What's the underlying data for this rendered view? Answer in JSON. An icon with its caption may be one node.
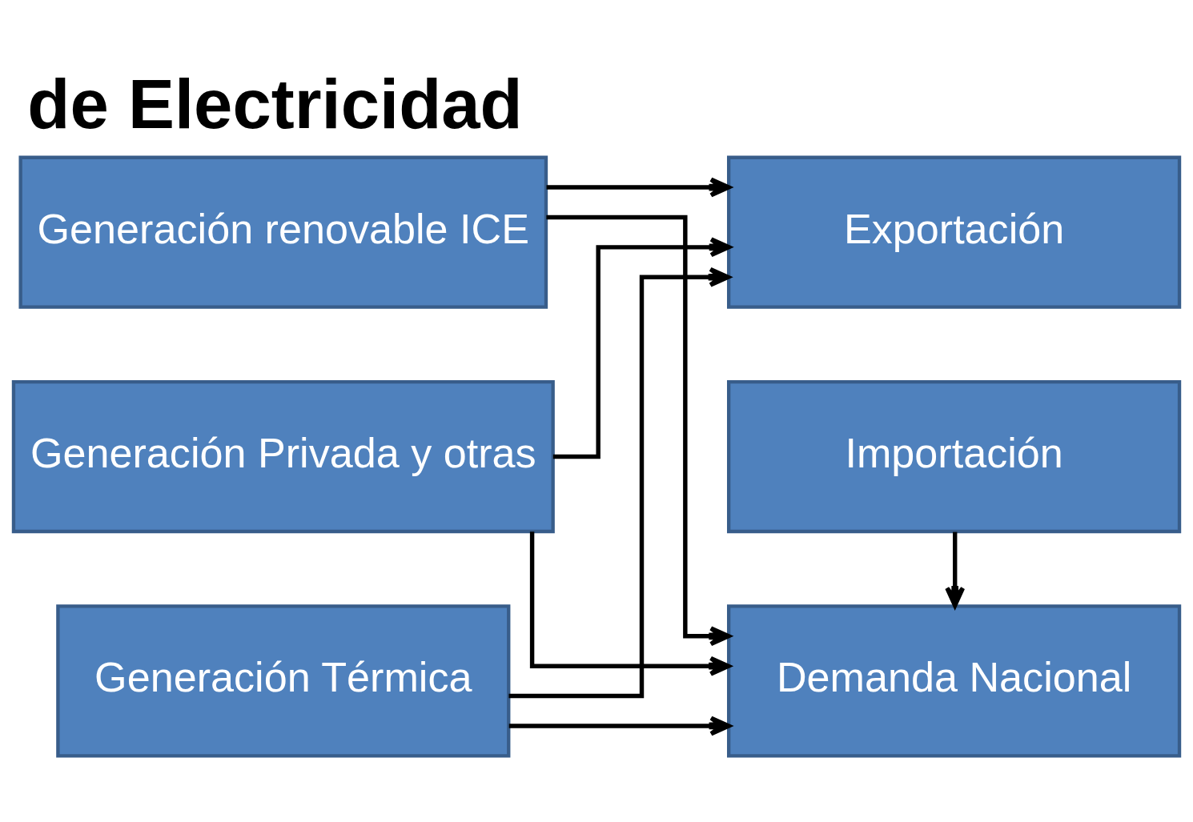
{
  "diagram": {
    "title": "de Electricidad",
    "nodes": [
      {
        "text": [
          "Generación renovable ICE"
        ]
      },
      {
        "text": [
          "Generación Privada y otras"
        ]
      },
      {
        "text": [
          "Generación Térmica"
        ]
      },
      {
        "text": [
          "Importación"
        ]
      },
      {
        "text": [
          "Demanda Nacional"
        ]
      },
      {
        "text": [
          "Exportación"
        ]
      }
    ],
    "edges": [
      {
        "from": 3,
        "to": 4,
        "arrow": "to"
      },
      {
        "from": 0,
        "to": 4,
        "arrow": "to"
      },
      {
        "from": 1,
        "to": 4,
        "arrow": "to"
      },
      {
        "from": 2,
        "to": 4,
        "arrow": "to"
      },
      {
        "from": 0,
        "to": 5,
        "arrow": "to"
      },
      {
        "from": 1,
        "to": 5,
        "arrow": "to"
      },
      {
        "from": 2,
        "to": 5,
        "arrow": "to"
      }
    ]
  }
}
